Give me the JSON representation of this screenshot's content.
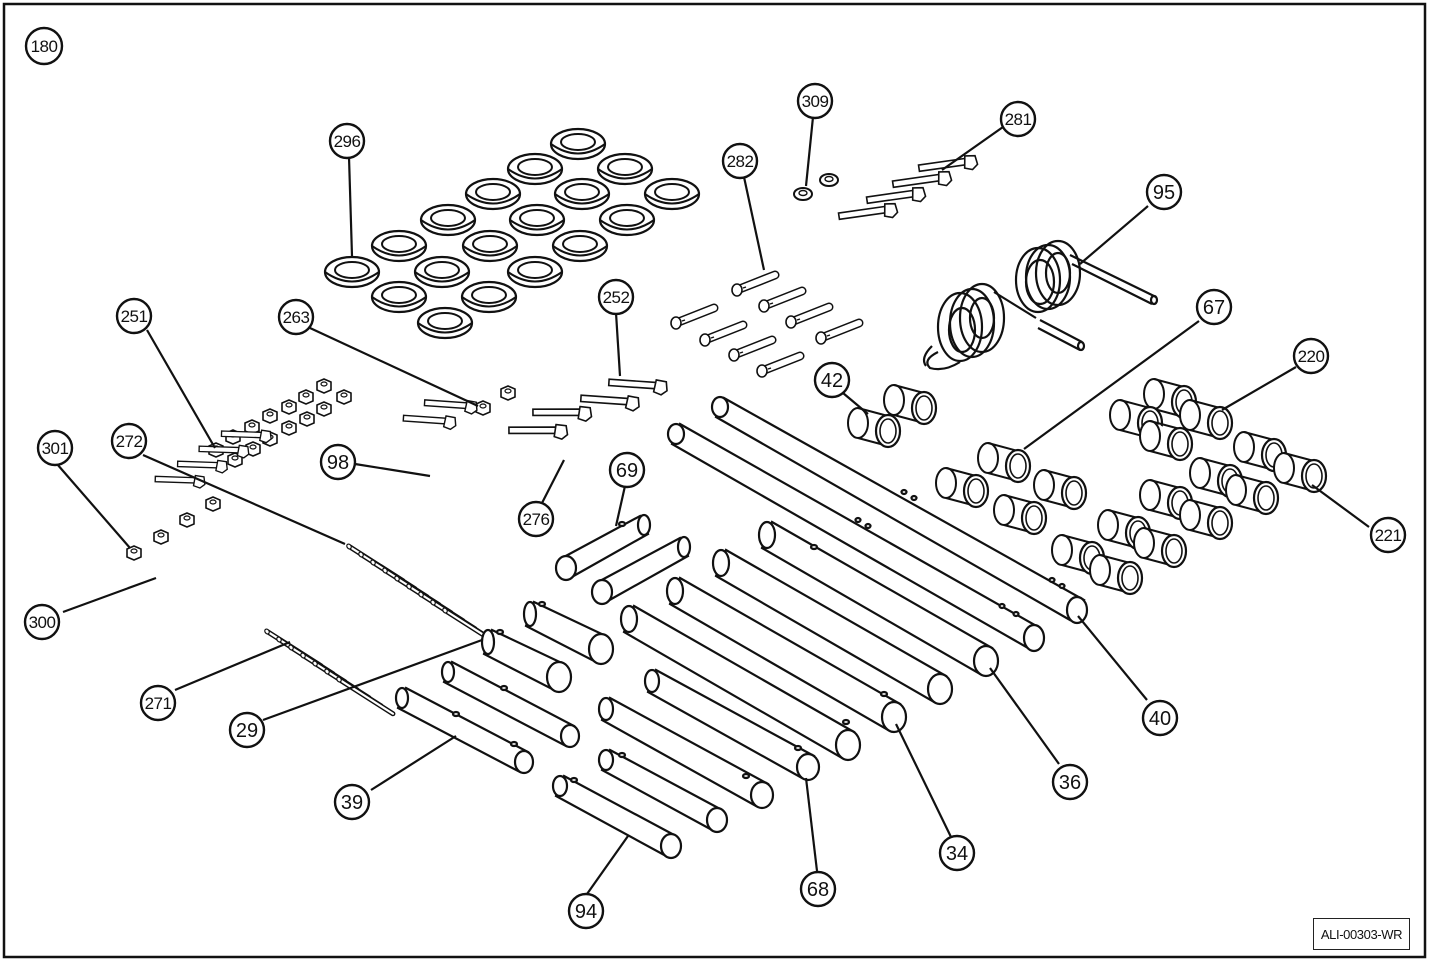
{
  "sheet_number": "180",
  "document_code": "ALI-00303-WR",
  "callouts": [
    "296",
    "309",
    "281",
    "282",
    "95",
    "252",
    "263",
    "251",
    "67",
    "42",
    "220",
    "301",
    "272",
    "98",
    "69",
    "276",
    "221",
    "300",
    "271",
    "29",
    "39",
    "40",
    "36",
    "34",
    "68",
    "94"
  ]
}
